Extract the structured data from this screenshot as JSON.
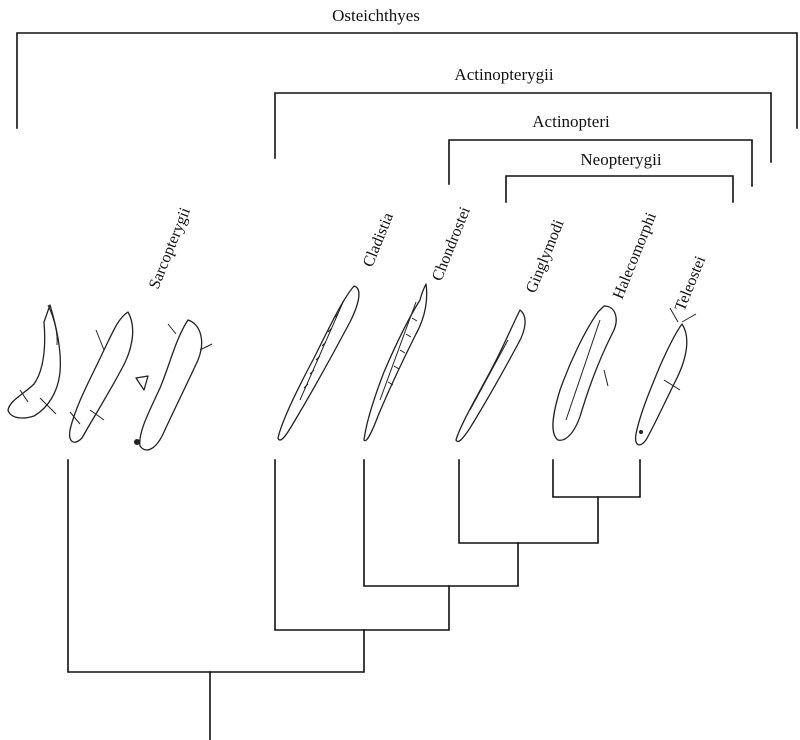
{
  "groups": {
    "osteichthyes": "Osteichthyes",
    "actinopterygii": "Actinopterygii",
    "actinopteri": "Actinopteri",
    "neopterygii": "Neopterygii"
  },
  "taxa": {
    "sarcopterygii": "Sarcopterygii",
    "cladistia": "Cladistia",
    "chondrostei": "Chondrostei",
    "ginglymodi": "Ginglymodi",
    "halecomorphi": "Halecomorphi",
    "teleostei": "Teleostei"
  },
  "colors": {
    "ink": "#111111",
    "background": "#ffffff"
  }
}
